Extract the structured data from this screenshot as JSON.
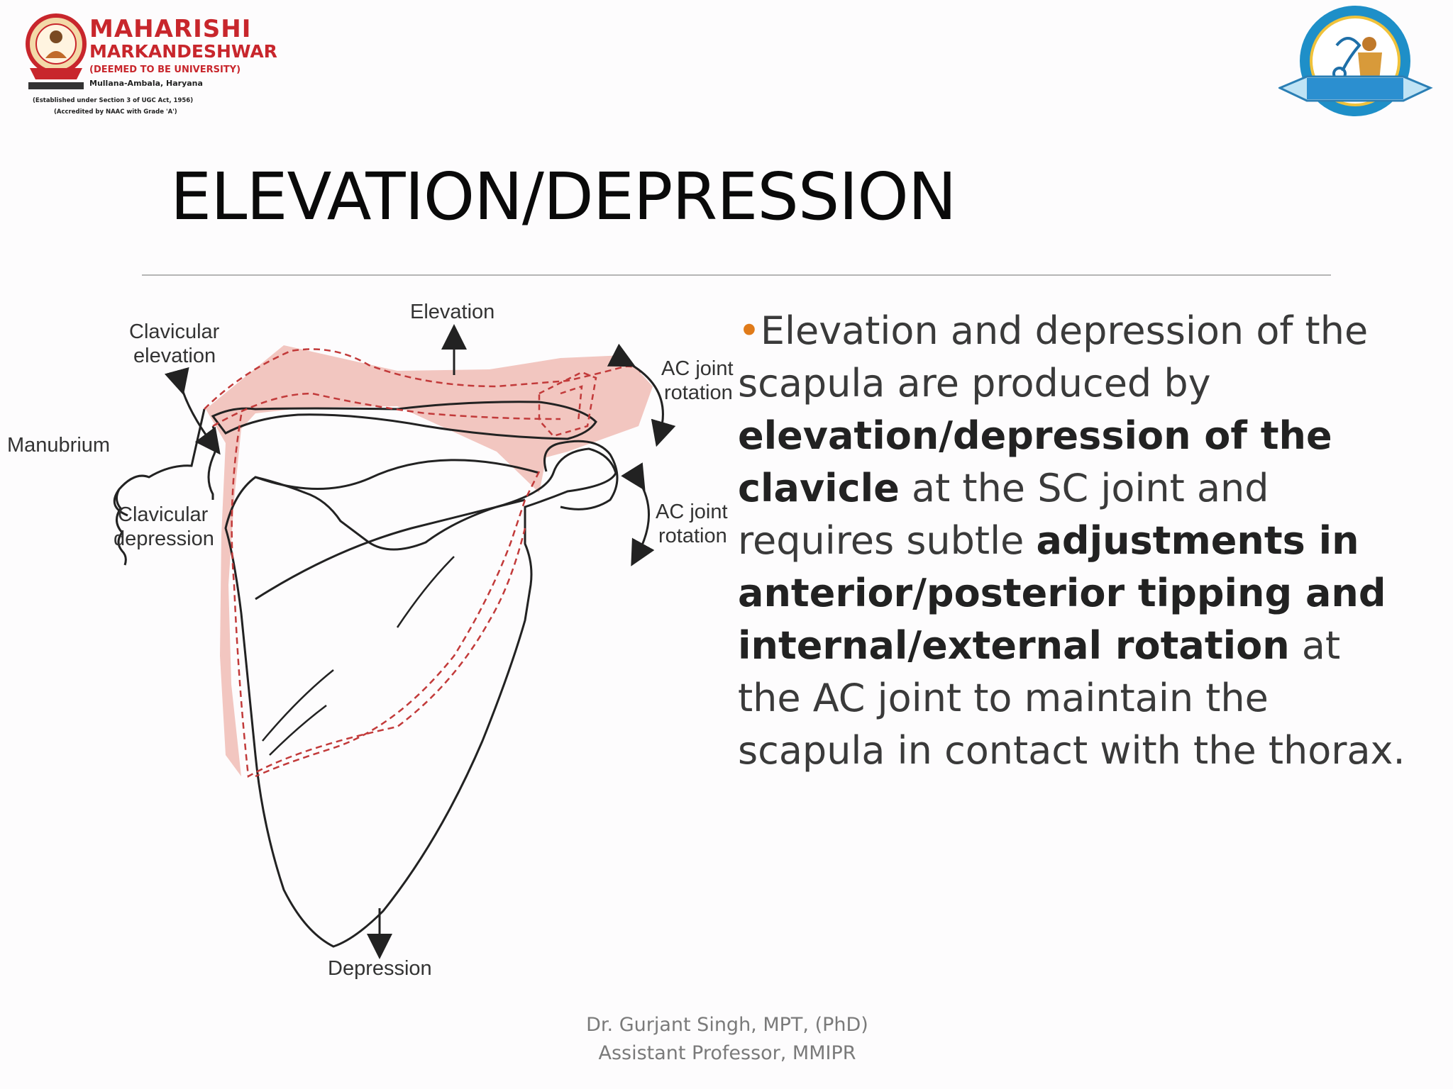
{
  "logo_left": {
    "name_line1": "MAHARISHI",
    "name_line2": "MARKANDESHWAR",
    "name_line3": "(DEEMED TO BE UNIVERSITY)",
    "location": "Mullana-Ambala, Haryana",
    "established": "(Established under Section 3 of UGC Act, 1956)",
    "accredited": "(Accredited by NAAC with Grade 'A')"
  },
  "title": "ELEVATION/DEPRESSION",
  "figure": {
    "labels": {
      "elevation": "Elevation",
      "depression": "Depression",
      "clavicular_elevation_1": "Clavicular",
      "clavicular_elevation_2": "elevation",
      "clavicular_depression_1": "Clavicular",
      "clavicular_depression_2": "depression",
      "manubrium": "Manubrium",
      "ac_joint_top_1": "AC joint",
      "ac_joint_top_2": "rotation",
      "ac_joint_bottom_1": "AC joint",
      "ac_joint_bottom_2": "rotation"
    }
  },
  "body": {
    "bullet": "•",
    "t1": "Elevation and depression of the scapula are produced by ",
    "b1": "elevation/depression of the clavicle",
    "t2": " at the SC joint and requires subtle ",
    "b2": "adjustments in anterior/posterior tipping and internal/external rotation",
    "t3": " at the AC joint to maintain the scapula in contact with the thorax."
  },
  "footer": {
    "line1": "Dr. Gurjant Singh, MPT, (PhD)",
    "line2": "Assistant Professor, MMIPR"
  },
  "colors": {
    "bullet": "#e07b1a",
    "brand_red": "#c8262c",
    "shade": "#f2c6c0"
  }
}
